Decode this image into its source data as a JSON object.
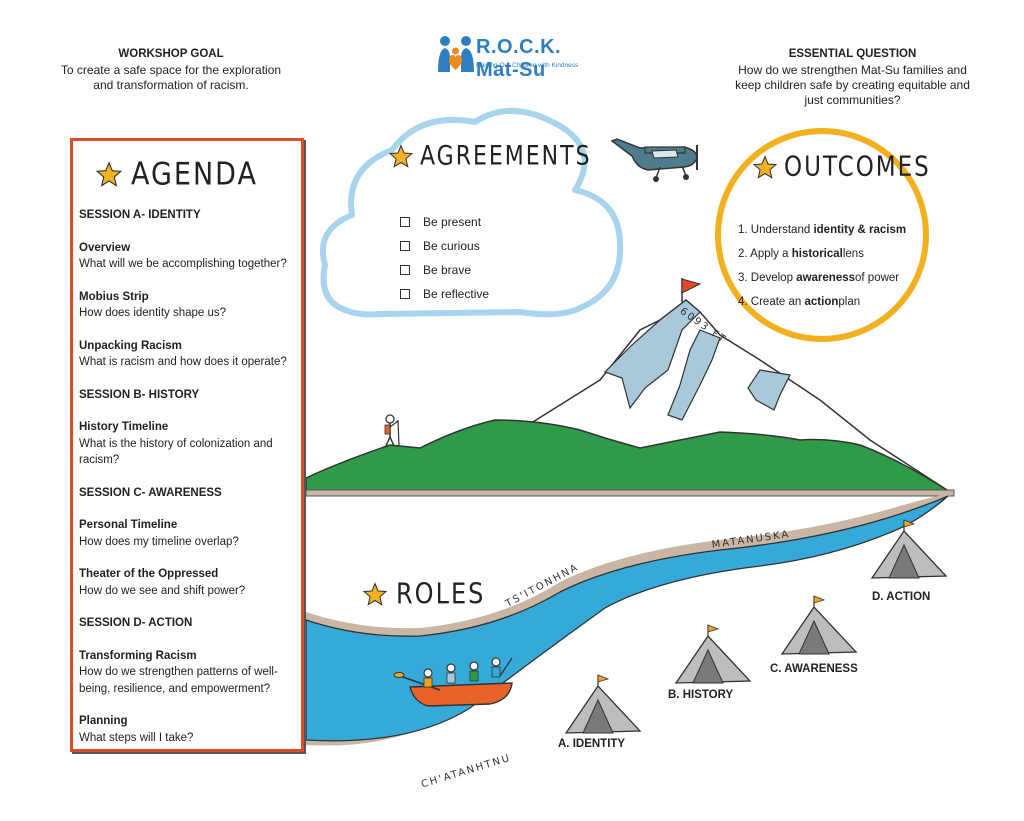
{
  "header": {
    "goal_title": "WORKSHOP GOAL",
    "goal_text": "To create a safe space for the exploration and transformation of racism.",
    "question_title": "ESSENTIAL QUESTION",
    "question_text": "How do we strengthen Mat-Su families and keep children safe by creating equitable and just communities?"
  },
  "logo": {
    "name": "R.O.C.K. Mat-Su",
    "tagline": "Raising Our Children with Kindness"
  },
  "agenda": {
    "title": "AGENDA",
    "sessions": [
      {
        "name": "SESSION A-  IDENTITY",
        "items": [
          {
            "head": "Overview",
            "desc": " What will we be accomplishing together?"
          },
          {
            "head": "Mobius Strip",
            "desc": "How does identity shape us?"
          },
          {
            "head": "Unpacking Racism",
            "desc": "What is racism and how does it operate?"
          }
        ]
      },
      {
        "name": "SESSION B-  HISTORY",
        "items": [
          {
            "head": "History Timeline",
            "desc": "What is the history of colonization and racism?"
          }
        ]
      },
      {
        "name": "SESSION C-  AWARENESS",
        "items": [
          {
            "head": "Personal Timeline",
            "desc": "How does my timeline overlap?"
          },
          {
            "head": "Theater of the Oppressed",
            "desc": "How do we see and shift power?"
          }
        ]
      },
      {
        "name": "SESSION D-  ACTION",
        "items": [
          {
            "head": "Transforming Racism",
            "desc": "How do we strengthen patterns of well-being, resilience, and empowerment?"
          },
          {
            "head": "Planning",
            "desc": "What steps will I take?"
          }
        ]
      }
    ]
  },
  "agreements": {
    "title": "AGREEMENTS",
    "items": [
      "Be present",
      "Be curious",
      "Be brave",
      "Be reflective"
    ]
  },
  "outcomes": {
    "title": "OUTCOMES",
    "items": [
      {
        "pre": "1. Understand ",
        "bold": "identity & racism",
        "post": ""
      },
      {
        "pre": "2. Apply a ",
        "bold": "historical",
        "post": " lens"
      },
      {
        "pre": "3. Develop ",
        "bold": "awareness",
        "post": " of power"
      },
      {
        "pre": "4. Create an ",
        "bold": "action",
        "post": " plan"
      }
    ]
  },
  "mountain": {
    "elevation": "6093 FT"
  },
  "roles": {
    "title": "ROLES"
  },
  "rivers": {
    "upper": "MATANUSKA",
    "middle": "TS'ITONHNA",
    "lower": "CH'ATANHTNU"
  },
  "tents": [
    "A. IDENTITY",
    "B. HISTORY",
    "C. AWARENESS",
    "D. ACTION"
  ],
  "colors": {
    "agenda_border": "#d94e2b",
    "outcomes_ring": "#f2b01e",
    "cloud_outline": "#a8d4ee",
    "mountain_green": "#2f9a48",
    "river_blue": "#35a9d8",
    "star": "#f4b223",
    "tent_gray": "#bdbdbd",
    "flag_orange": "#f4a31b"
  }
}
